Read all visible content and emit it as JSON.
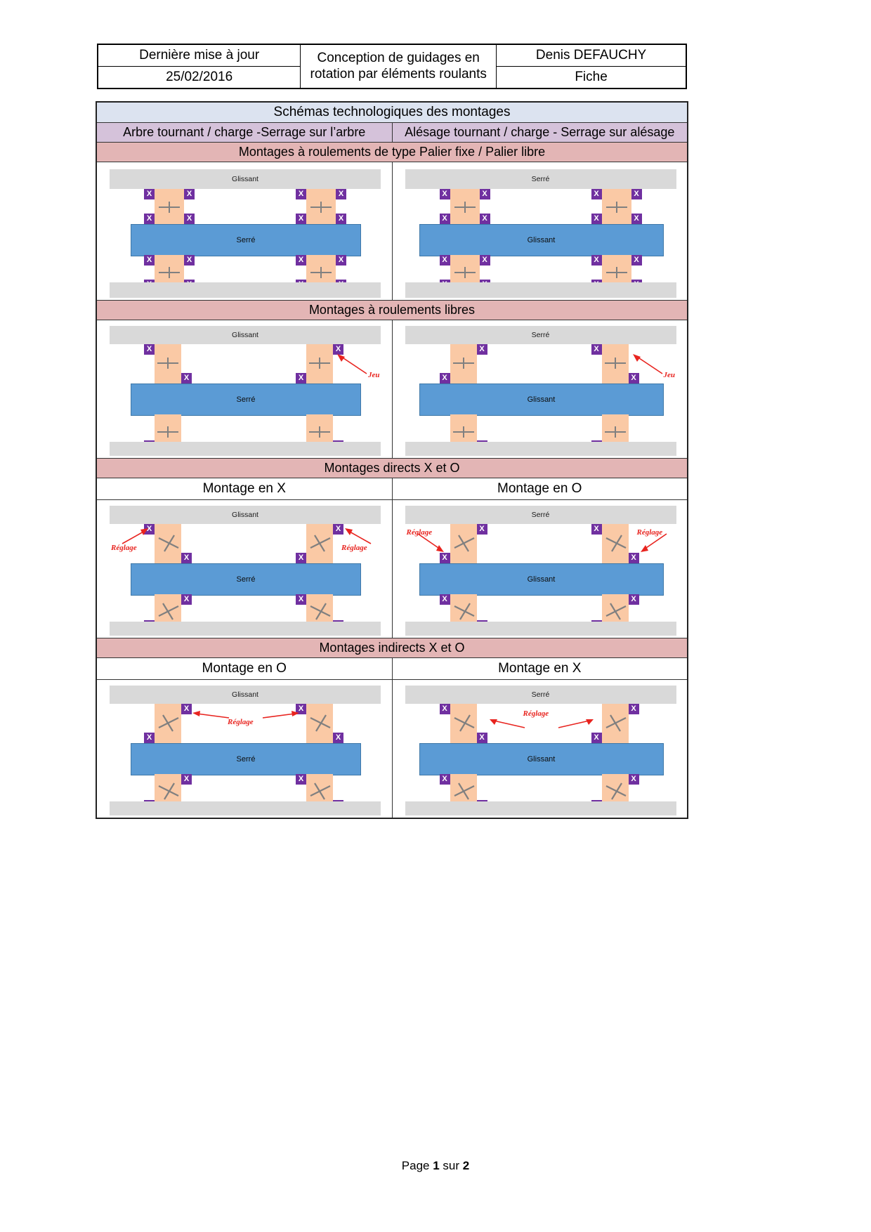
{
  "header": {
    "last_update_label": "Dernière mise à jour",
    "last_update_value": "25/02/2016",
    "doc_title_line1": "Conception de guidages en",
    "doc_title_line2": "rotation par éléments roulants",
    "author": "Denis DEFAUCHY",
    "doc_type": "Fiche"
  },
  "table": {
    "title": "Schémas technologiques des montages",
    "col_left": "Arbre tournant / charge -Serrage sur l’arbre",
    "col_right": "Alésage tournant / charge - Serrage sur alésage",
    "section1": "Montages à roulements de type Palier fixe / Palier libre",
    "section2": "Montages à roulements libres",
    "section3": "Montages directs X et O",
    "section3_left": "Montage en X",
    "section3_right": "Montage en O",
    "section4": "Montages indirects X et O",
    "section4_left": "Montage en O",
    "section4_right": "Montage en X"
  },
  "labels": {
    "glissant": "Glissant",
    "serre": "Serré",
    "jeu": "Jeu",
    "reglage": "Réglage"
  },
  "diagrams": {
    "s1_left": {
      "housing": "Glissant",
      "shaft": "Serré"
    },
    "s1_right": {
      "housing": "Serré",
      "shaft": "Glissant"
    },
    "s2_left": {
      "housing": "Glissant",
      "shaft": "Serré",
      "annotation": "Jeu"
    },
    "s2_right": {
      "housing": "Serré",
      "shaft": "Glissant",
      "annotation": "Jeu"
    },
    "s3_left": {
      "housing": "Glissant",
      "shaft": "Serré",
      "annotation": "Réglage"
    },
    "s3_right": {
      "housing": "Serré",
      "shaft": "Glissant",
      "annotation": "Réglage"
    },
    "s4_left": {
      "housing": "Glissant",
      "shaft": "Serré",
      "annotation": "Réglage"
    },
    "s4_right": {
      "housing": "Serré",
      "shaft": "Glissant",
      "annotation": "Réglage"
    }
  },
  "footer": {
    "page_prefix": "Page ",
    "page_number": "1",
    "page_middle": " sur ",
    "page_total": "2"
  },
  "colors": {
    "title_band": "#dce3f0",
    "sub_band": "#d5c2da",
    "section_band": "#e3b5b5",
    "housing": "#d9d9d9",
    "shaft": "#5b9bd5",
    "bearing": "#fac9a5",
    "marker": "#7030a0",
    "annotation": "#e8241f",
    "symbol": "#808080"
  }
}
